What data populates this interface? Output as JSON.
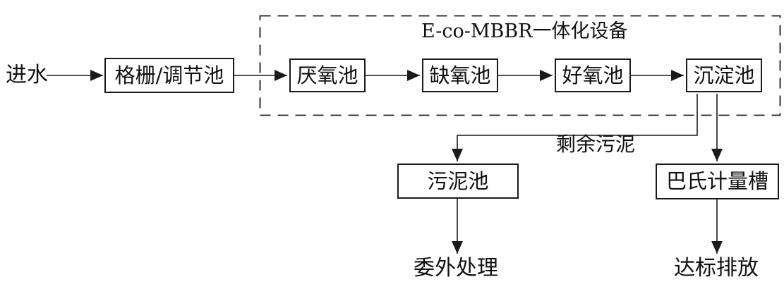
{
  "diagram": {
    "inflow_label": "进水",
    "group": {
      "title": "E-co-MBBR一体化设备"
    },
    "nodes": {
      "grid_tank": "格栅/调节池",
      "anaerobic_tank": "厌氧池",
      "anoxic_tank": "缺氧池",
      "aerobic_tank": "好氧池",
      "sedimentation_tank": "沉淀池",
      "sludge_tank": "污泥池",
      "parshall_flume": "巴氏计量槽"
    },
    "edge_labels": {
      "excess_sludge": "剩余污泥"
    },
    "outputs": {
      "outsourced_treatment": "委外处理",
      "standard_discharge": "达标排放"
    },
    "colors": {
      "line": "#1a1a1a",
      "background": "#ffffff",
      "text": "#111111"
    }
  }
}
